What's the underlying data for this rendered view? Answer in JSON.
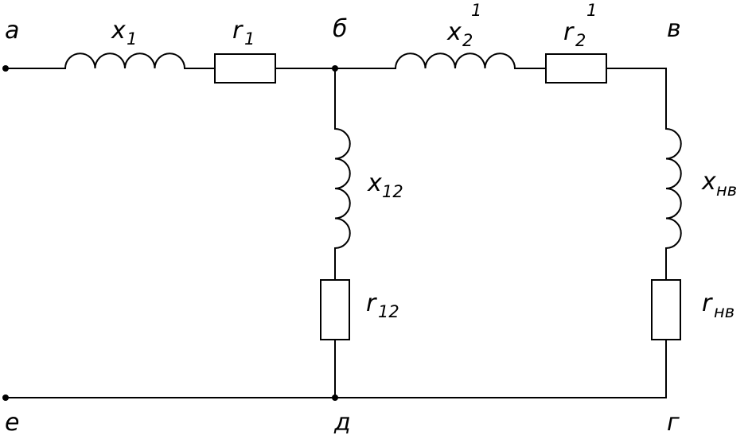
{
  "diagram": {
    "nodes": {
      "a": "а",
      "b": "б",
      "v": "в",
      "e": "е",
      "d": "д",
      "g": "г"
    },
    "components": {
      "x1": {
        "symbol": "x",
        "sub": "1",
        "sup": ""
      },
      "r1": {
        "symbol": "r",
        "sub": "1",
        "sup": ""
      },
      "x2": {
        "symbol": "x",
        "sub": "2",
        "sup": "1"
      },
      "r2": {
        "symbol": "r",
        "sub": "2",
        "sup": "1"
      },
      "x12": {
        "symbol": "x",
        "sub": "12",
        "sup": ""
      },
      "r12": {
        "symbol": "r",
        "sub": "12",
        "sup": ""
      },
      "xnv": {
        "symbol": "x",
        "sub": "нв",
        "sup": ""
      },
      "rnv": {
        "symbol": "r",
        "sub": "нв",
        "sup": ""
      }
    }
  }
}
